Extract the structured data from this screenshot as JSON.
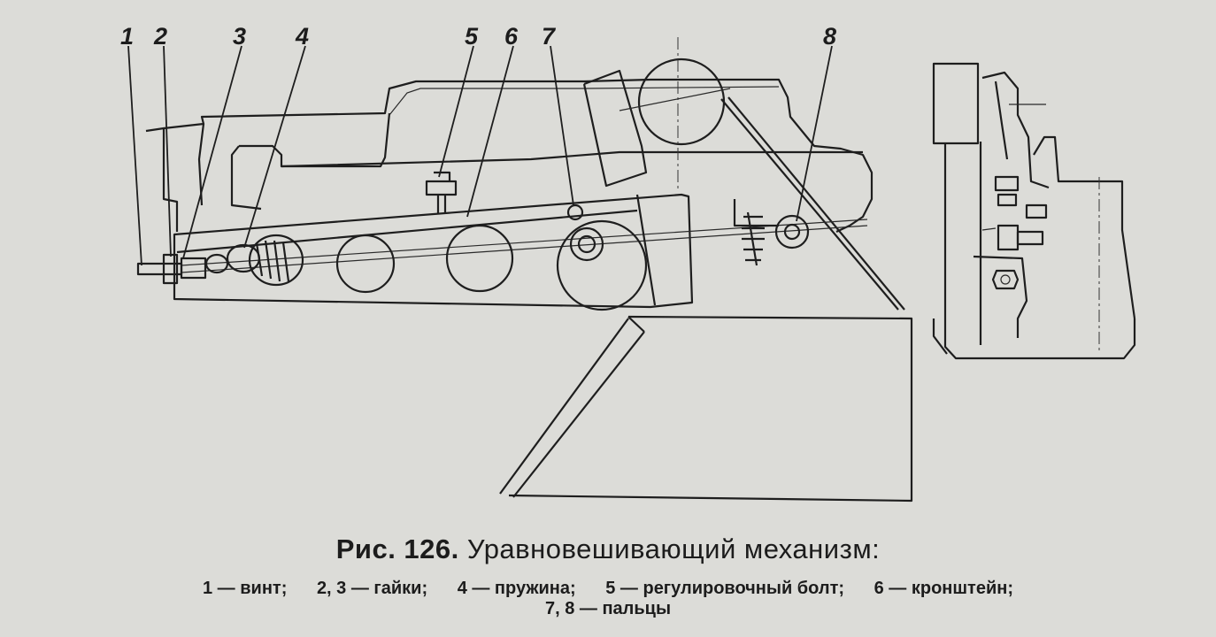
{
  "figure": {
    "callouts": [
      "1",
      "2",
      "3",
      "4",
      "5",
      "6",
      "7",
      "8"
    ],
    "caption_number": "Рис. 126.",
    "caption_title": "Уравновешивающий механизм:",
    "legend_line1": [
      "1 — винт;",
      "2,  3 — гайки;",
      "4 — пружина;",
      "5 — регулировочный болт;",
      "6 — кронштейн;"
    ],
    "legend_line2": "7,  8 — пальцы"
  }
}
